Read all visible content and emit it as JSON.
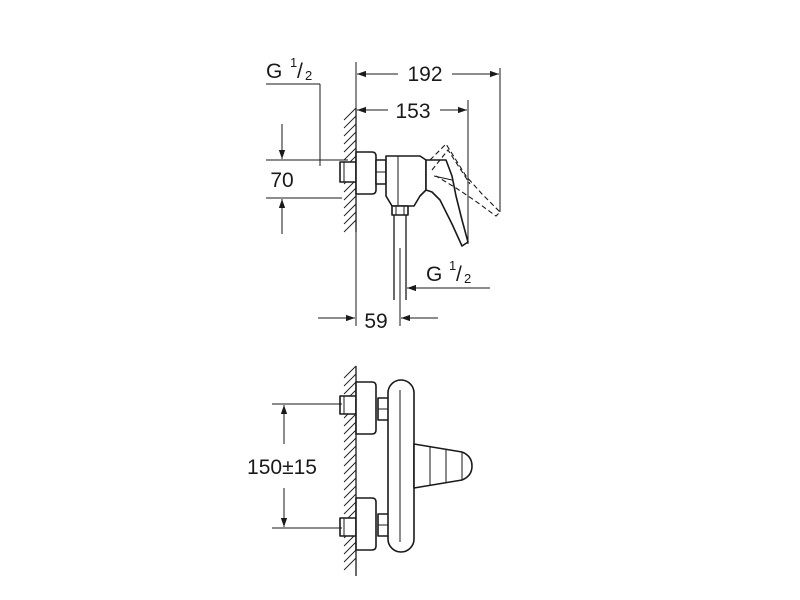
{
  "dimensions": {
    "overall_depth": "192",
    "handle_depth": "153",
    "connection_thread_top": {
      "letter": "G",
      "numerator": "1",
      "slash": "/",
      "denominator": "2"
    },
    "connection_thread_bottom": {
      "letter": "G",
      "numerator": "1",
      "slash": "/",
      "denominator": "2"
    },
    "wall_offset": "70",
    "outlet_offset": "59",
    "center_distance": "150±15"
  },
  "colors": {
    "line": "#1a1a1a",
    "background": "#ffffff"
  }
}
